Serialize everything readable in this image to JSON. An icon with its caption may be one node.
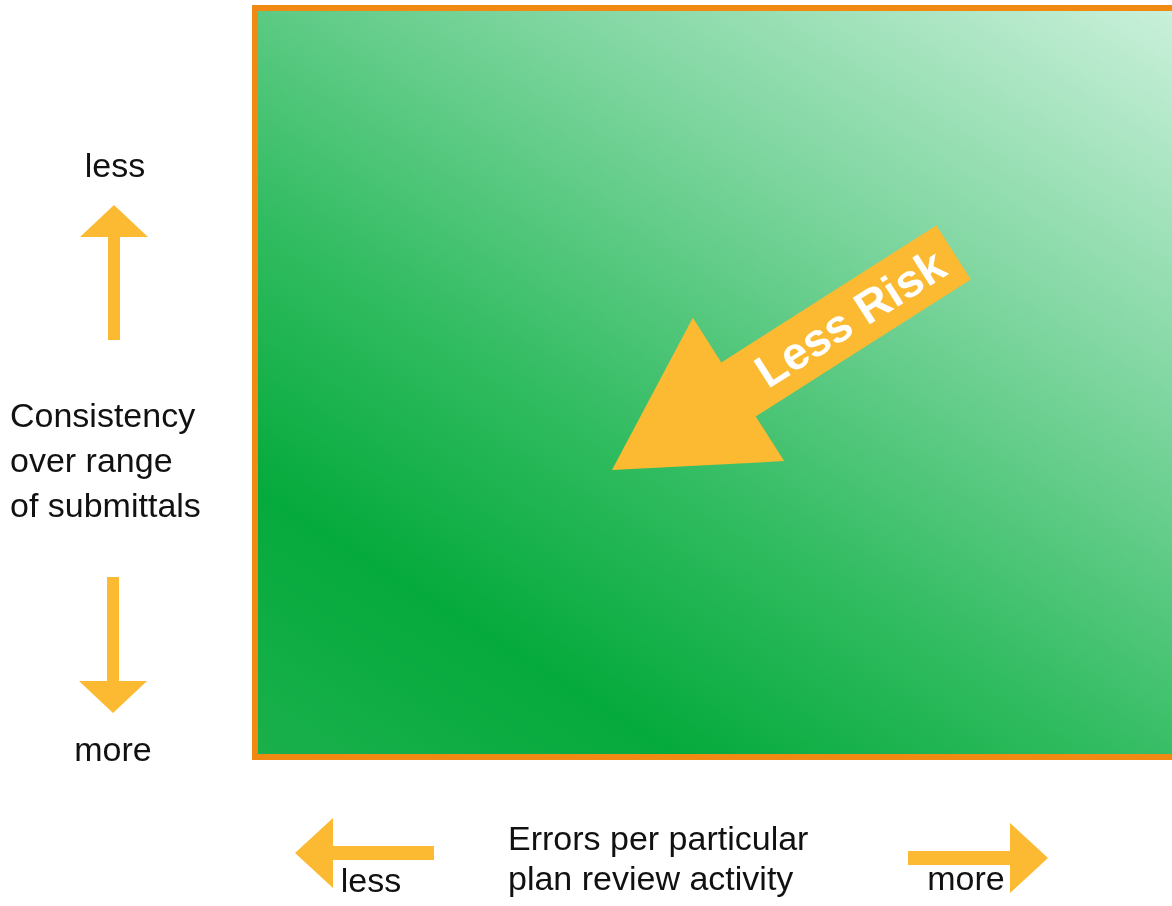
{
  "diagram": {
    "labels": [
      "less",
      "Consistency over range of submittals",
      "more",
      "Less Risk",
      "Errors per particular plan review activity",
      "less",
      "more"
    ]
  }
}
